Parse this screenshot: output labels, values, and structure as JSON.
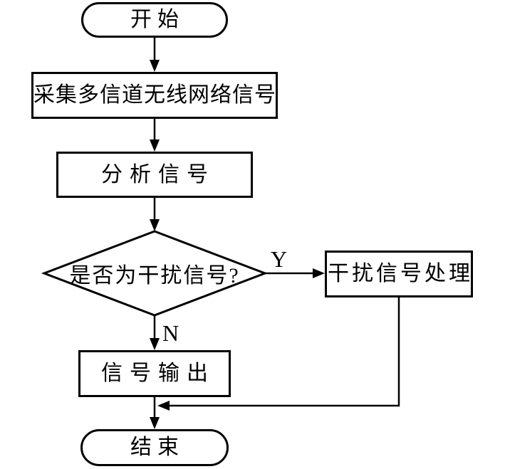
{
  "diagram": {
    "title": "wireless-signal-interference-flowchart",
    "background_color": "#ffffff",
    "stroke_color": "#000000",
    "nodes": {
      "start": {
        "label": "开始",
        "type": "terminator"
      },
      "collect": {
        "label": "采集多信道无线网络信号",
        "type": "process"
      },
      "analyze": {
        "label": "分析信号",
        "type": "process"
      },
      "decision": {
        "label": "是否为干扰信号?",
        "type": "decision"
      },
      "handle": {
        "label": "干扰信号处理",
        "type": "process"
      },
      "output": {
        "label": "信号输出",
        "type": "process"
      },
      "end": {
        "label": "结束",
        "type": "terminator"
      }
    },
    "edge_labels": {
      "yes": "Y",
      "no": "N"
    },
    "edges": [
      {
        "from": "start",
        "to": "collect",
        "label": ""
      },
      {
        "from": "collect",
        "to": "analyze",
        "label": ""
      },
      {
        "from": "analyze",
        "to": "decision",
        "label": ""
      },
      {
        "from": "decision",
        "to": "handle",
        "label": "Y"
      },
      {
        "from": "decision",
        "to": "output",
        "label": "N"
      },
      {
        "from": "handle",
        "to": "end",
        "label": ""
      },
      {
        "from": "output",
        "to": "end",
        "label": ""
      }
    ]
  }
}
